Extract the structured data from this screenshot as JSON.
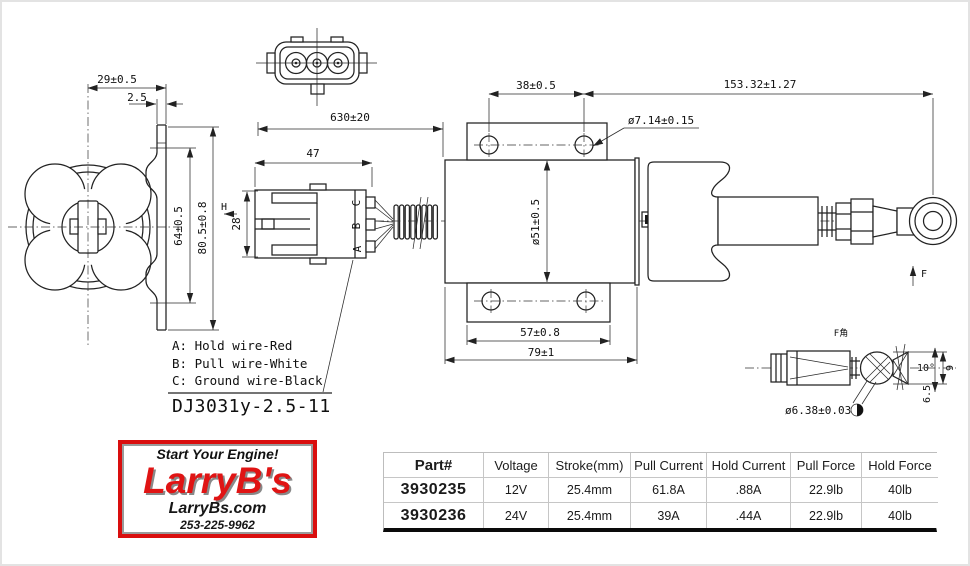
{
  "drawing": {
    "dims": {
      "d29": "29±0.5",
      "d2_5": "2.5",
      "d64": "64±0.5",
      "d80": "80.5±0.8",
      "d630": "630±20",
      "d47": "47",
      "d28": "28",
      "d38": "38±0.5",
      "d153": "153.32±1.27",
      "d714": "ø7.14±0.15",
      "d51": "ø51±0.5",
      "d57": "57±0.8",
      "d79": "79±1",
      "d638": "ø6.38±0.03",
      "d10": "10°",
      "d65": "6.5",
      "d9": "9"
    },
    "labels": {
      "h": "H",
      "f": "F",
      "f_view": "F角",
      "term_a": "A",
      "term_b": "B",
      "term_c": "C"
    },
    "legend": {
      "line_a": "A: Hold wire-Red",
      "line_b": "B: Pull wire-White",
      "line_c": "C: Ground wire-Black",
      "model": "DJ3031y-2.5-11"
    },
    "line_color": "#222222"
  },
  "logo": {
    "tagline": "Start Your Engine!",
    "brand": "LarryB's",
    "website": "LarryBs.com",
    "phone": "253-225-9962",
    "brand_color": "#e01414",
    "border_color": "#d90e0e"
  },
  "table": {
    "headers": [
      "Part#",
      "Voltage",
      "Stroke(mm)",
      "Pull Current",
      "Hold Current",
      "Pull Force",
      "Hold Force"
    ],
    "rows": [
      [
        "3930235",
        "12V",
        "25.4mm",
        "61.8A",
        ".88A",
        "22.9lb",
        "40lb"
      ],
      [
        "3930236",
        "24V",
        "25.4mm",
        "39A",
        ".44A",
        "22.9lb",
        "40lb"
      ]
    ]
  }
}
